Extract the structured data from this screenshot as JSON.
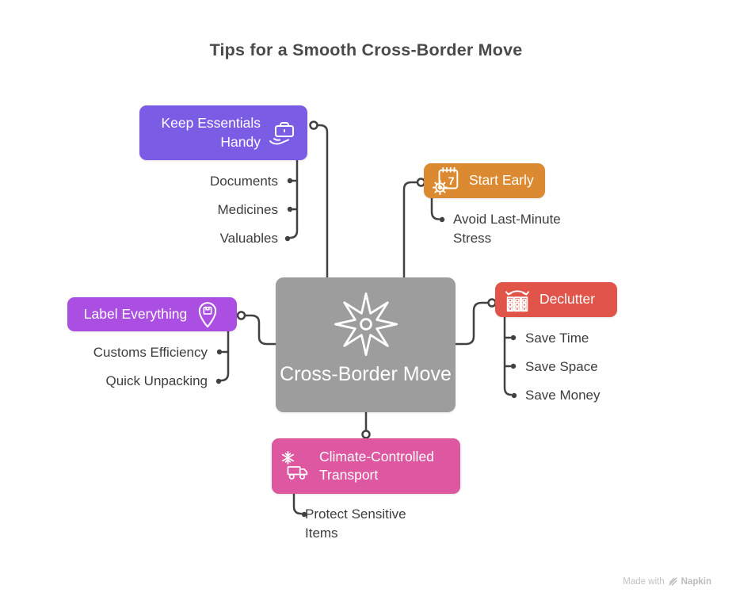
{
  "title": "Tips for a Smooth Cross-Border Move",
  "center": {
    "label": "Cross-Border Move",
    "icon": "compass-star-icon",
    "color": "#9d9d9d"
  },
  "branches": [
    {
      "label": "Keep Essentials Handy",
      "icon": "hand-briefcase-icon",
      "color": "#7b5ce5",
      "children": [
        "Documents",
        "Medicines",
        "Valuables"
      ]
    },
    {
      "label": "Start Early",
      "icon": "calendar-gear-icon",
      "color": "#dc8a32",
      "children": [
        "Avoid Last-Minute Stress"
      ]
    },
    {
      "label": "Declutter",
      "icon": "organizer-bins-icon",
      "color": "#e0544a",
      "children": [
        "Save Time",
        "Save Space",
        "Save Money"
      ]
    },
    {
      "label": "Label Everything",
      "icon": "location-pin-package-icon",
      "color": "#ab4fe2",
      "children": [
        "Customs Efficiency",
        "Quick Unpacking"
      ]
    },
    {
      "label": "Climate-Controlled Transport",
      "icon": "snowflake-truck-icon",
      "color": "#de58a1",
      "children": [
        "Protect Sensitive Items"
      ]
    }
  ],
  "connector_color": "#414141",
  "watermark": {
    "prefix": "Made with",
    "brand": "Napkin"
  }
}
